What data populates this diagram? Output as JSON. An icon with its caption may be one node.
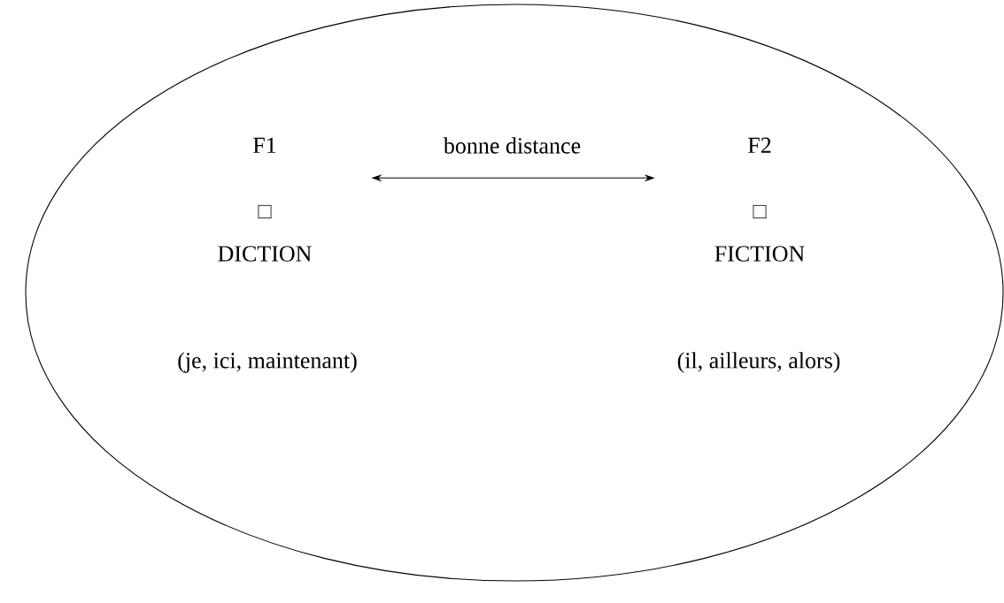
{
  "diagram": {
    "nodes": [
      {
        "text": [],
        "shape": "ellipse"
      },
      {
        "text": [
          "F1",
          "DICTION"
        ],
        "in": 0,
        "beside": [
          "(je, ici, maintenant)"
        ]
      },
      {
        "text": [
          "F2",
          "FICTION"
        ],
        "in": 0,
        "beside": [
          "(il, ailleurs, alors)"
        ]
      }
    ],
    "edges": [
      {
        "from": 1,
        "to": 2,
        "arrow": "both",
        "label": "bonne distance"
      }
    ]
  }
}
